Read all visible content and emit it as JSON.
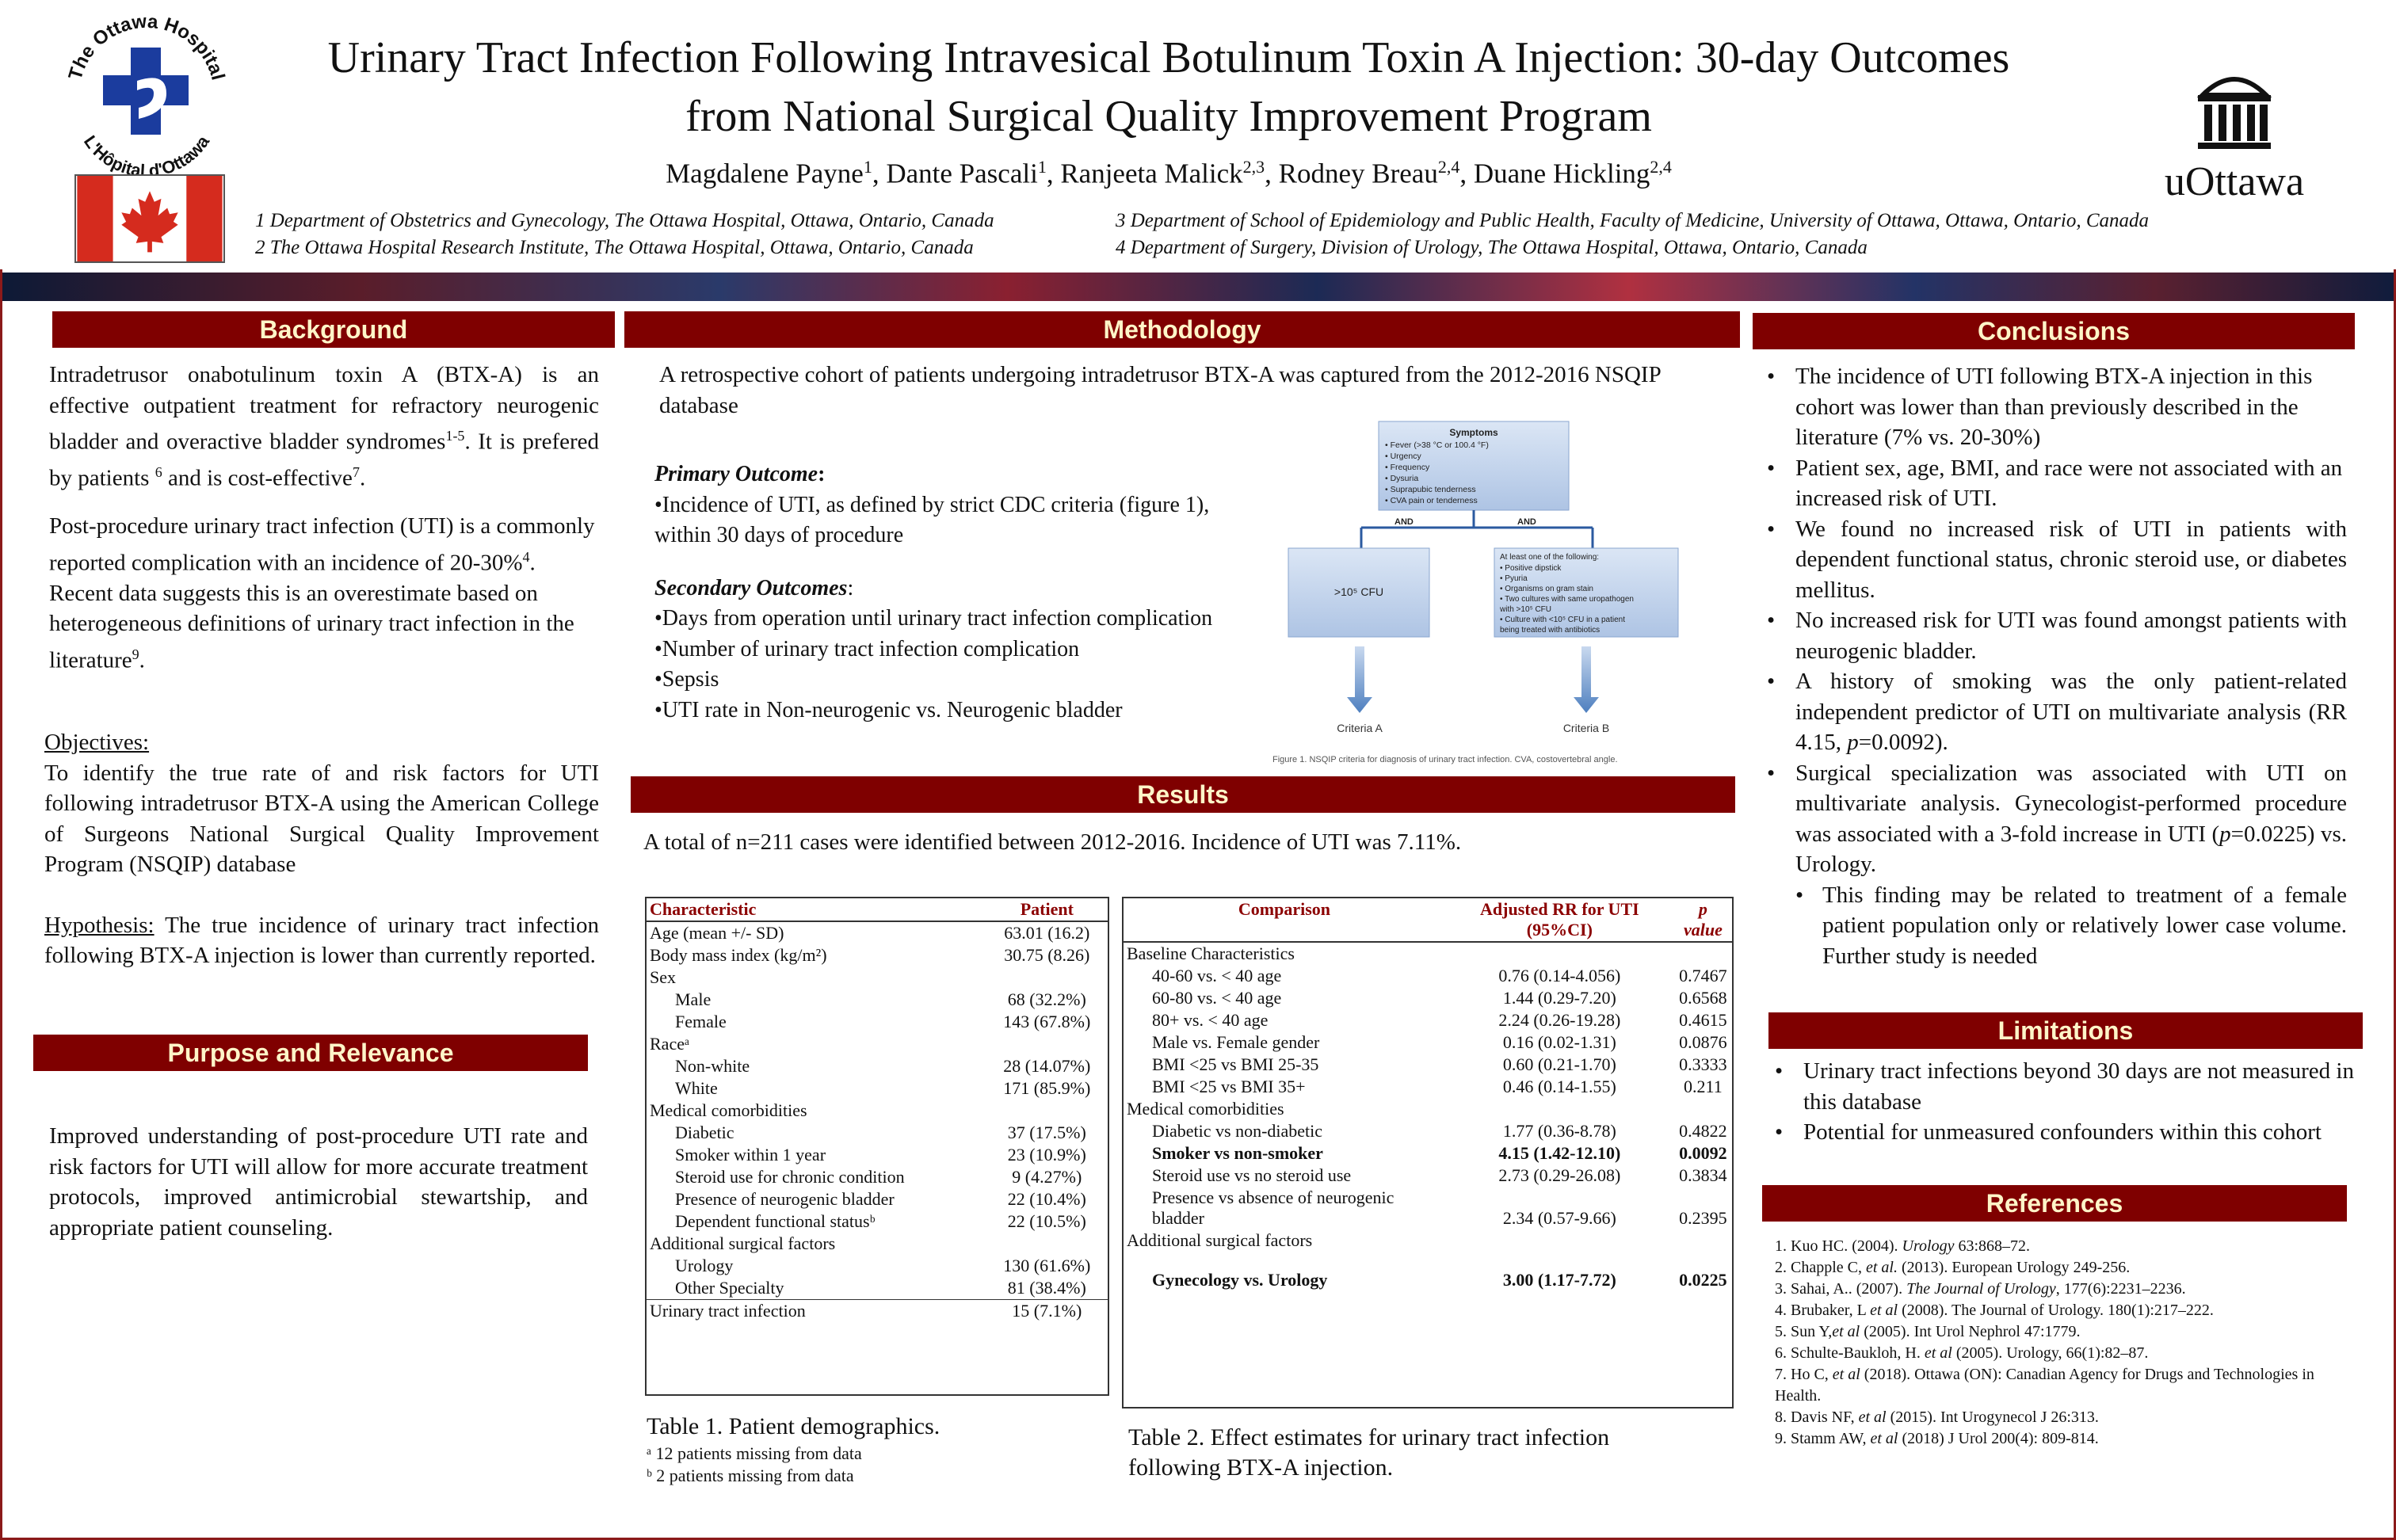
{
  "header": {
    "title_line1": "Urinary Tract Infection Following Intravesical Botulinum Toxin A Injection: 30-day Outcomes",
    "title_line2": "from National Surgical Quality Improvement Program",
    "authors": [
      {
        "name": "Magdalene Payne",
        "sup": "1"
      },
      {
        "name": "Dante Pascali",
        "sup": "1"
      },
      {
        "name": "Ranjeeta Malick",
        "sup": "2,3"
      },
      {
        "name": "Rodney Breau",
        "sup": "2,4"
      },
      {
        "name": "Duane Hickling",
        "sup": "2,4"
      }
    ],
    "affil_1": "1 Department of Obstetrics and Gynecology, The Ottawa Hospital, Ottawa, Ontario, Canada",
    "affil_2": "2 The Ottawa Hospital Research Institute, The Ottawa Hospital, Ottawa, Ontario, Canada",
    "affil_3": "3 Department of School of Epidemiology and Public Health, Faculty of Medicine, University of Ottawa, Ottawa, Ontario, Canada",
    "affil_4": "4 Department of Surgery, Division of Urology, The Ottawa Hospital, Ottawa, Ontario, Canada",
    "hospital_logo_top": "The Ottawa Hospital",
    "hospital_logo_bottom": "L'Hôpital d'Ottawa",
    "uottawa_text": "uOttawa"
  },
  "background": {
    "heading": "Background",
    "p1_a": "Intradetrusor onabotulinum toxin A (BTX-A) is an effective outpatient treatment for refractory neurogenic bladder and overactive bladder syndromes",
    "p1_sup1": "1-5",
    "p1_b": ". It is prefered by patients ",
    "p1_sup2": "6",
    "p1_c": " and is cost-effective",
    "p1_sup3": "7",
    "p1_d": ".",
    "p2_a": "Post-procedure urinary tract infection (UTI) is a commonly reported complication with an incidence of 20-30%",
    "p2_sup1": "4",
    "p2_b": ".   Recent data suggests this is an overestimate based on heterogeneous definitions of urinary tract infection in the literature",
    "p2_sup2": "9",
    "p2_c": ".",
    "objectives_label": "Objectives:",
    "objectives_text": "To identify the true rate of and risk factors for UTI following intradetrusor BTX-A using the American College of Surgeons National Surgical Quality Improvement Program (NSQIP) database",
    "hypothesis_label": "Hypothesis:",
    "hypothesis_text": " The true incidence of urinary tract infection following BTX-A injection is lower than currently reported."
  },
  "purpose": {
    "heading": "Purpose and Relevance",
    "text": "Improved understanding of post-procedure UTI rate and risk factors for UTI will allow for more accurate treatment protocols, improved antimicrobial stewartship, and appropriate patient counseling."
  },
  "methodology": {
    "heading": "Methodology",
    "intro": "A retrospective cohort of patients undergoing intradetrusor BTX-A was captured from the 2012-2016 NSQIP database",
    "primary_label": "Primary Outcome",
    "primary_colon": ":",
    "primary_text": "•Incidence of UTI, as defined by strict CDC criteria (figure 1), within 30 days of procedure",
    "secondary_label": "Secondary Outcomes",
    "secondary_colon": ":",
    "secondary_items": [
      "•Days from operation until urinary tract infection complication",
      "•Number of urinary tract infection complication",
      "•Sepsis",
      "•UTI rate in Non-neurogenic vs. Neurogenic bladder"
    ],
    "figure": {
      "symptoms_title": "Symptoms",
      "symptoms": [
        "• Fever (>38 °C or 100.4 °F)",
        "• Urgency",
        "• Frequency",
        "• Dysuria",
        "• Suprapubic tenderness",
        "• CVA pain or tenderness"
      ],
      "and_left": "AND",
      "and_right": "AND",
      "cfu_box": ">10⁵ CFU",
      "right_title": "At least one of the following:",
      "right_items": [
        "• Positive dipstick",
        "• Pyuria",
        "• Organisms on gram stain",
        "• Two cultures with same uropathogen",
        "  with >10⁵ CFU",
        "• Culture with <10⁵ CFU in a patient",
        "  being treated with antibiotics"
      ],
      "criteria_a": "Criteria A",
      "criteria_b": "Criteria B",
      "caption": "Figure 1. NSQIP criteria for diagnosis of urinary tract infection. CVA, costovertebral angle."
    }
  },
  "results": {
    "heading": "Results",
    "summary": "A total of n=211 cases were identified between 2012-2016.  Incidence of UTI was 7.11%.",
    "table1": {
      "headers": [
        "Characteristic",
        "Patient"
      ],
      "rows": [
        {
          "label": "Age (mean +/- SD)",
          "value": "63.01 (16.2)",
          "indent": false
        },
        {
          "label": "Body mass index (kg/m²)",
          "value": "30.75 (8.26)",
          "indent": false
        },
        {
          "label": "Sex",
          "value": "",
          "indent": false
        },
        {
          "label": "Male",
          "value": "68 (32.2%)",
          "indent": true
        },
        {
          "label": "Female",
          "value": "143 (67.8%)",
          "indent": true
        },
        {
          "label": "Raceᵃ",
          "value": "",
          "indent": false
        },
        {
          "label": "Non-white",
          "value": "28 (14.07%)",
          "indent": true
        },
        {
          "label": "White",
          "value": "171 (85.9%)",
          "indent": true
        },
        {
          "label": "Medical comorbidities",
          "value": "",
          "indent": false
        },
        {
          "label": "Diabetic",
          "value": "37 (17.5%)",
          "indent": true
        },
        {
          "label": "Smoker within 1 year",
          "value": "23 (10.9%)",
          "indent": true
        },
        {
          "label": "Steroid use for chronic condition",
          "value": "9 (4.27%)",
          "indent": true
        },
        {
          "label": "Presence of neurogenic bladder",
          "value": "22 (10.4%)",
          "indent": true
        },
        {
          "label": "Dependent functional statusᵇ",
          "value": "22 (10.5%)",
          "indent": true
        },
        {
          "label": "Additional surgical factors",
          "value": "",
          "indent": false
        },
        {
          "label": "Urology",
          "value": "130 (61.6%)",
          "indent": true
        },
        {
          "label": "Other  Specialty",
          "value": "81 (38.4%)",
          "indent": true
        },
        {
          "label": "Urinary tract infection",
          "value": "15 (7.1%)",
          "indent": false
        }
      ],
      "caption": "Table 1. Patient demographics.",
      "note_a": "ᵃ 12 patients missing from data",
      "note_b": "ᵇ 2 patients missing from data"
    },
    "table2": {
      "headers": [
        "Comparison",
        "Adjusted RR for UTI (95%CI)",
        "p value"
      ],
      "rows": [
        {
          "label": "Baseline Characteristics",
          "rr": "",
          "p": "",
          "indent": false,
          "bold": false
        },
        {
          "label": "40-60 vs. < 40 age",
          "rr": "0.76 (0.14-4.056)",
          "p": "0.7467",
          "indent": true,
          "bold": false
        },
        {
          "label": "60-80 vs. < 40 age",
          "rr": "1.44 (0.29-7.20)",
          "p": "0.6568",
          "indent": true,
          "bold": false
        },
        {
          "label": "80+ vs. < 40 age",
          "rr": "2.24 (0.26-19.28)",
          "p": "0.4615",
          "indent": true,
          "bold": false
        },
        {
          "label": "Male vs. Female gender",
          "rr": "0.16 (0.02-1.31)",
          "p": "0.0876",
          "indent": true,
          "bold": false
        },
        {
          "label": "BMI <25 vs BMI 25-35",
          "rr": "0.60 (0.21-1.70)",
          "p": "0.3333",
          "indent": true,
          "bold": false
        },
        {
          "label": "BMI <25 vs BMI 35+",
          "rr": "0.46 (0.14-1.55)",
          "p": "0.211",
          "indent": true,
          "bold": false
        },
        {
          "label": "Medical comorbidities",
          "rr": "",
          "p": "",
          "indent": false,
          "bold": false
        },
        {
          "label": "Diabetic vs non-diabetic",
          "rr": "1.77 (0.36-8.78)",
          "p": "0.4822",
          "indent": true,
          "bold": false
        },
        {
          "label": "Smoker vs non-smoker",
          "rr": "4.15 (1.42-12.10)",
          "p": "0.0092",
          "indent": true,
          "bold": true
        },
        {
          "label": "Steroid use vs no steroid use",
          "rr": "2.73 (0.29-26.08)",
          "p": "0.3834",
          "indent": true,
          "bold": false
        },
        {
          "label": "Presence vs absence of neurogenic bladder",
          "rr": "2.34 (0.57-9.66)",
          "p": "0.2395",
          "indent": true,
          "bold": false
        },
        {
          "label": "Additional surgical factors",
          "rr": "",
          "p": "",
          "indent": false,
          "bold": false
        },
        {
          "label": "Gynecology vs. Urology",
          "rr": "3.00 (1.17-7.72)",
          "p": "0.0225",
          "indent": true,
          "bold": true
        }
      ],
      "caption": "Table 2. Effect estimates for urinary tract infection following BTX-A injection."
    }
  },
  "conclusions": {
    "heading": "Conclusions",
    "items": [
      "The incidence of UTI following BTX-A injection in this cohort was lower than than previously described in the literature (7% vs. 20-30%)",
      "Patient sex, age, BMI, and race were not associated with an increased risk of UTI.",
      "We found no increased risk of UTI in patients with dependent functional status, chronic steroid use, or diabetes mellitus.",
      "No increased risk for UTI was found amongst patients with neurogenic bladder."
    ],
    "smoking_a": "A history of smoking was the only patient-related independent predictor of UTI on multivariate analysis (RR 4.15, ",
    "smoking_p": "p",
    "smoking_b": "=0.0092).",
    "surgical_a": "Surgical specialization was associated with UTI on multivariate analysis.  Gynecologist-performed procedure was associated with a 3-fold increase in UTI (",
    "surgical_p": "p",
    "surgical_b": "=0.0225) vs. Urology.",
    "sub_item": "This finding may be related to treatment of a female patient population only or relatively lower case volume.  Further study is needed"
  },
  "limitations": {
    "heading": "Limitations",
    "items": [
      "Urinary tract infections beyond 30 days are not measured in this database",
      "Potential for unmeasured confounders within this cohort"
    ]
  },
  "references": {
    "heading": "References",
    "items": [
      {
        "pre": "1. Kuo HC. (2004). ",
        "it": "Urology",
        "post": " 63:868–72."
      },
      {
        "pre": "2. Chapple C, ",
        "it": "et al.",
        "post": " (2013). European Urology 249-256."
      },
      {
        "pre": "3. Sahai, A.. (2007). ",
        "it": "The Journal of Urology",
        "post": ", 177(6):2231–2236."
      },
      {
        "pre": "4. Brubaker, L ",
        "it": "et al",
        "post": " (2008). The Journal of Urology. 180(1):217–222."
      },
      {
        "pre": "5. Sun Y,",
        "it": "et al",
        "post": " (2005). Int Urol Nephrol 47:1779."
      },
      {
        "pre": "6. Schulte-Baukloh, H. ",
        "it": "et al",
        "post": " (2005). Urology, 66(1):82–87."
      },
      {
        "pre": "7. Ho C, ",
        "it": "et al",
        "post": " (2018). Ottawa (ON): Canadian Agency for Drugs and Technologies in Health."
      },
      {
        "pre": "8. Davis NF, ",
        "it": "et al",
        "post": " (2015). Int Urogynecol J 26:313."
      },
      {
        "pre": "9. Stamm AW, ",
        "it": "et al",
        "post": " (2018) J Urol 200(4): 809-814."
      }
    ]
  },
  "colors": {
    "section_bg": "#7f0000",
    "section_text": "#fff5c8",
    "hospital_blue": "#1b3c9e",
    "flag_red": "#d52b1e",
    "table_header": "#8b0000"
  }
}
